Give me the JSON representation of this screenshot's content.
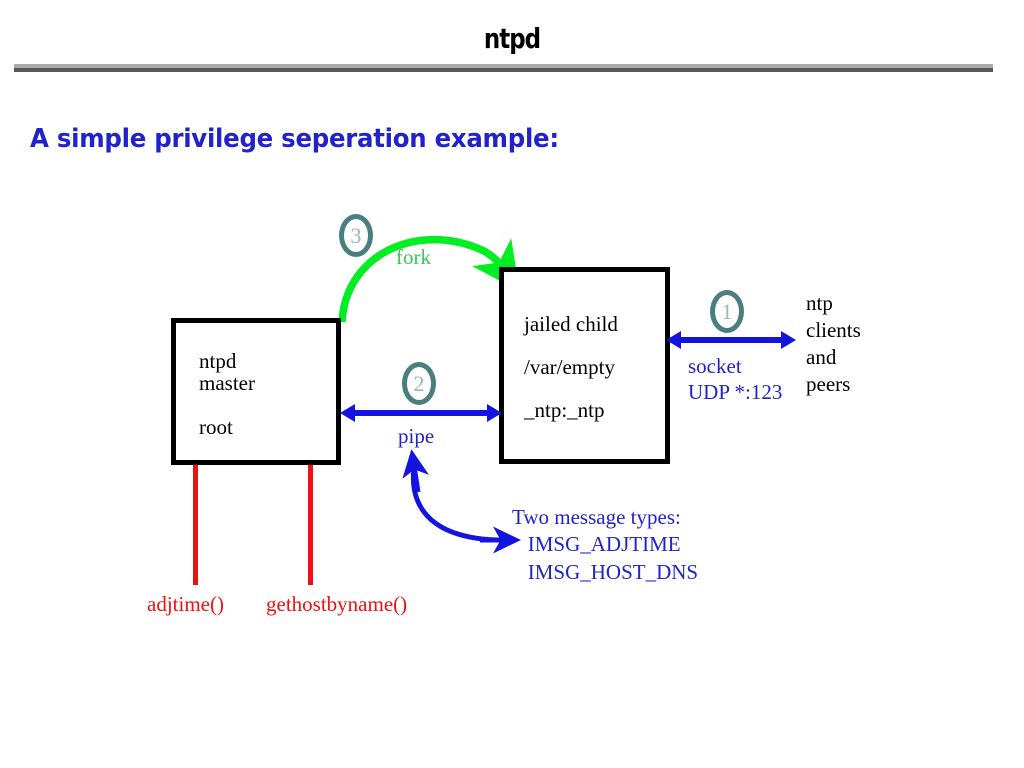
{
  "slide": {
    "title": "ntpd",
    "subtitle": "A simple privilege seperation example:"
  },
  "boxes": {
    "master": {
      "lines_text": "ntpd\nmaster\n\nroot",
      "lines": [
        "ntpd",
        "master",
        "root"
      ]
    },
    "child": {
      "lines_text": "jailed child\n/var/empty\n_ntp:_ntp",
      "lines": [
        "jailed child",
        "/var/empty",
        "_ntp:_ntp"
      ]
    }
  },
  "steps": {
    "one": "1",
    "two": "2",
    "three": "3"
  },
  "labels": {
    "fork": "fork",
    "pipe": "pipe",
    "socket_text": "socket\nUDP *:123",
    "socket_line1": "socket",
    "socket_line2": "UDP *:123",
    "clients_text": "ntp\nclients\nand\npeers",
    "clients_lines": [
      "ntp",
      "clients",
      "and",
      "peers"
    ],
    "messages_text": "Two message types:\n   IMSG_ADJTIME\n   IMSG_HOST_DNS",
    "messages_heading": "Two message types:",
    "message_types": [
      "IMSG_ADJTIME",
      "IMSG_HOST_DNS"
    ],
    "adjtime": "adjtime()",
    "gethostbyname": "gethostbyname()"
  },
  "colors": {
    "title": "#000000",
    "subtitle_blue": "#2222cc",
    "box_border": "#000000",
    "arrow_blue": "#1414e0",
    "fork_arc_green": "#00ee22",
    "fork_label_green": "#33cc55",
    "step_circle_teal": "#4a7f80",
    "step_number": "#9db6b4",
    "syscall_red": "#ee1111",
    "rule_light": "#a9a9a9",
    "rule_dark": "#585858",
    "background": "#ffffff"
  }
}
